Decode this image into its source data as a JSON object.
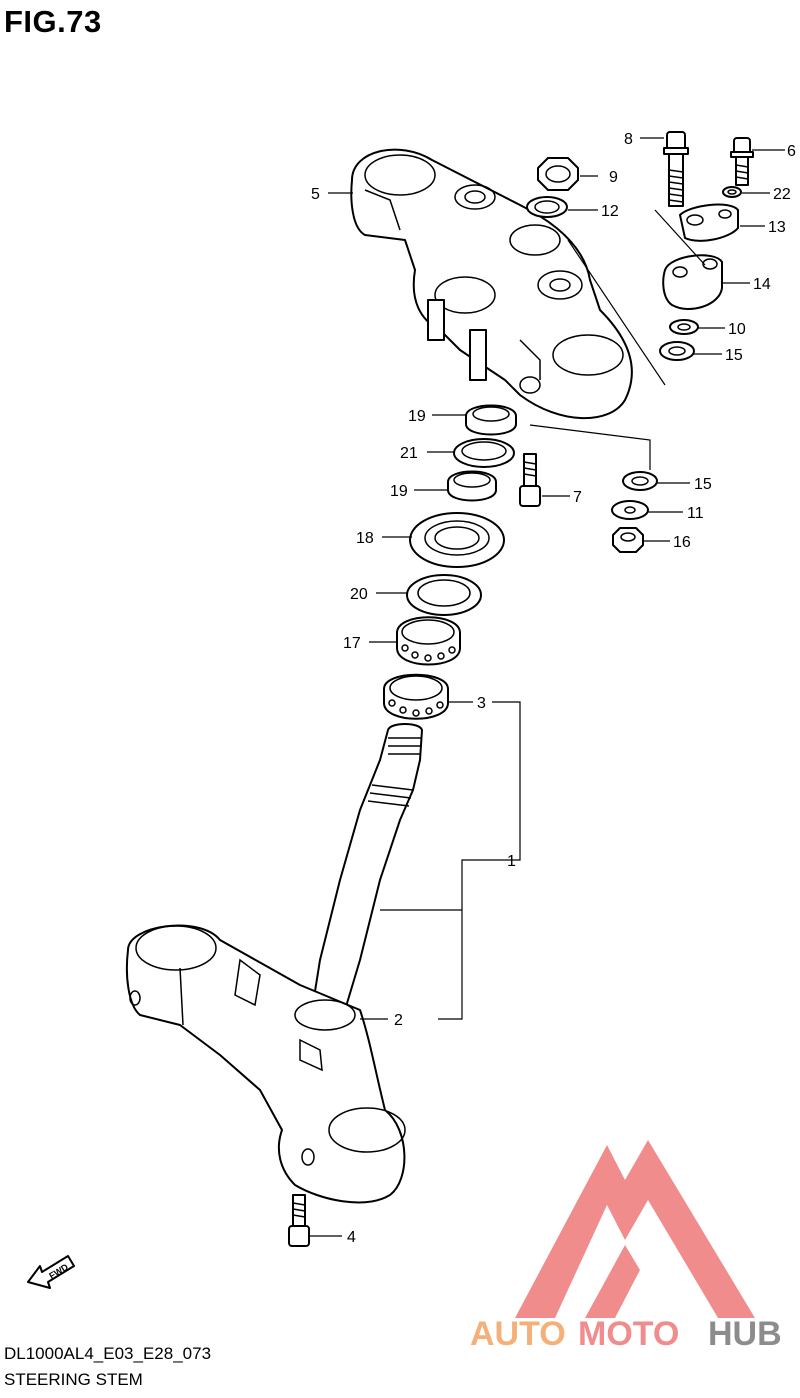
{
  "figure": {
    "title": "FIG.73",
    "model_code": "DL1000AL4_E03_E28_073",
    "section_name": "STEERING STEM",
    "fwd_label": "FWD"
  },
  "watermark": {
    "brand_part1": "AUTO",
    "brand_part2": "MOTO",
    "brand_part3": "HUB",
    "color_orange": "#f5a86b",
    "color_red": "#f08080",
    "color_grey": "#808080"
  },
  "callouts": [
    {
      "id": "c1",
      "label": "1"
    },
    {
      "id": "c2",
      "label": "2"
    },
    {
      "id": "c3",
      "label": "3"
    },
    {
      "id": "c4",
      "label": "4"
    },
    {
      "id": "c5",
      "label": "5"
    },
    {
      "id": "c6",
      "label": "6"
    },
    {
      "id": "c7",
      "label": "7"
    },
    {
      "id": "c8",
      "label": "8"
    },
    {
      "id": "c9",
      "label": "9"
    },
    {
      "id": "c10",
      "label": "10"
    },
    {
      "id": "c11",
      "label": "11"
    },
    {
      "id": "c12",
      "label": "12"
    },
    {
      "id": "c13",
      "label": "13"
    },
    {
      "id": "c14",
      "label": "14"
    },
    {
      "id": "c15a",
      "label": "15"
    },
    {
      "id": "c15b",
      "label": "15"
    },
    {
      "id": "c16",
      "label": "16"
    },
    {
      "id": "c17",
      "label": "17"
    },
    {
      "id": "c18",
      "label": "18"
    },
    {
      "id": "c19a",
      "label": "19"
    },
    {
      "id": "c19b",
      "label": "19"
    },
    {
      "id": "c20",
      "label": "20"
    },
    {
      "id": "c21",
      "label": "21"
    },
    {
      "id": "c22",
      "label": "22"
    }
  ]
}
